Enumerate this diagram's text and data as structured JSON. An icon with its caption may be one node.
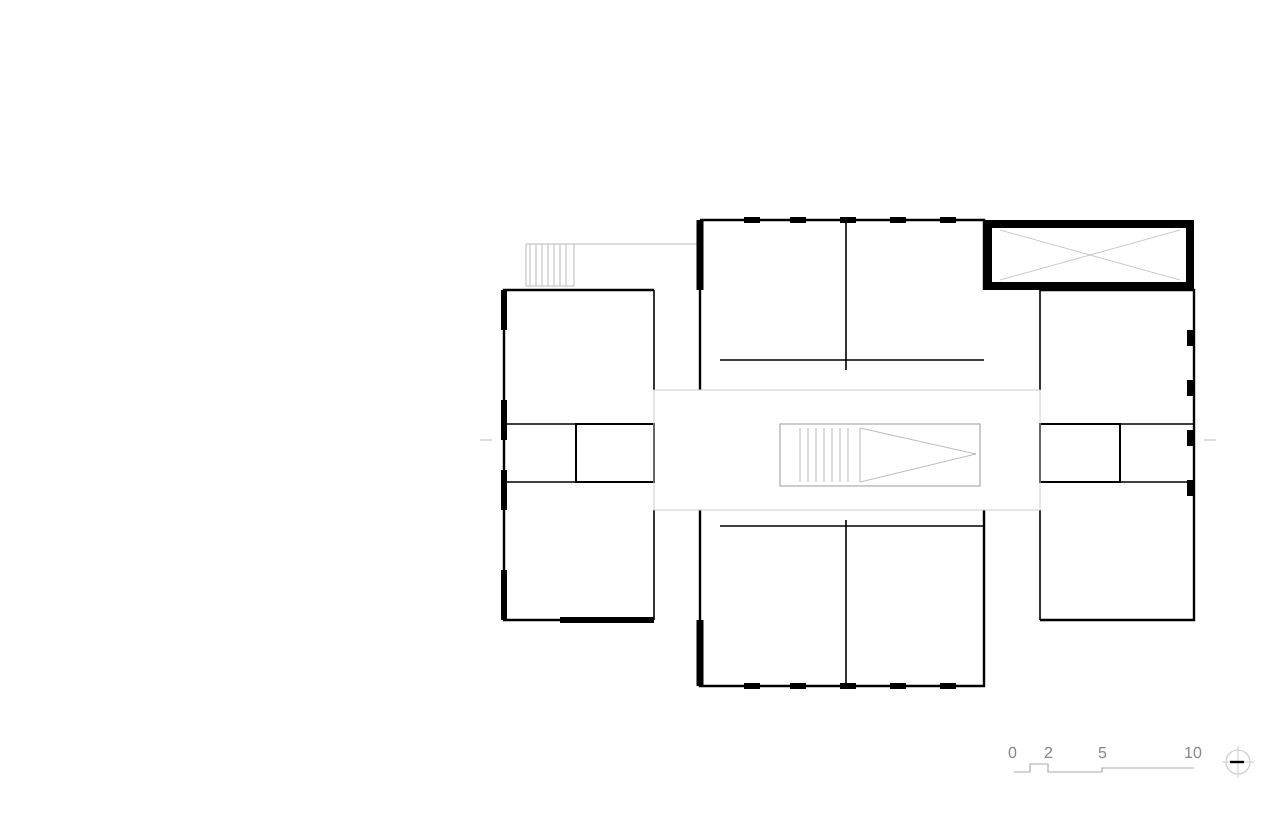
{
  "diagram": {
    "labels": [
      "0",
      "2",
      "5",
      "10"
    ]
  }
}
